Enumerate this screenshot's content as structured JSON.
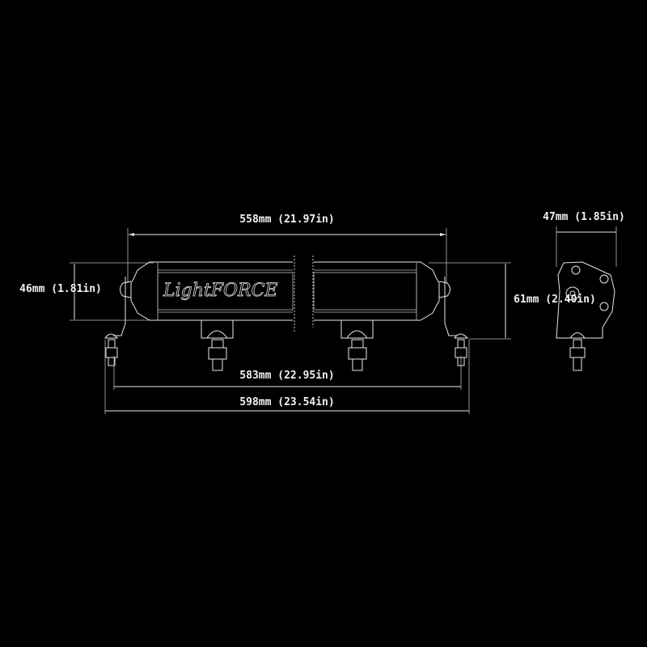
{
  "dimensions": {
    "length_body": "558mm (21.97in)",
    "height_body": "46mm (1.81in)",
    "height_total": "61mm (2.40in)",
    "mount_spacing": "583mm (22.95in)",
    "overall_length": "598mm (23.54in)",
    "depth": "47mm (1.85in)"
  },
  "logo": "LightFORCE",
  "colors": {
    "background": "#000000",
    "line": "#e8e8e8"
  }
}
